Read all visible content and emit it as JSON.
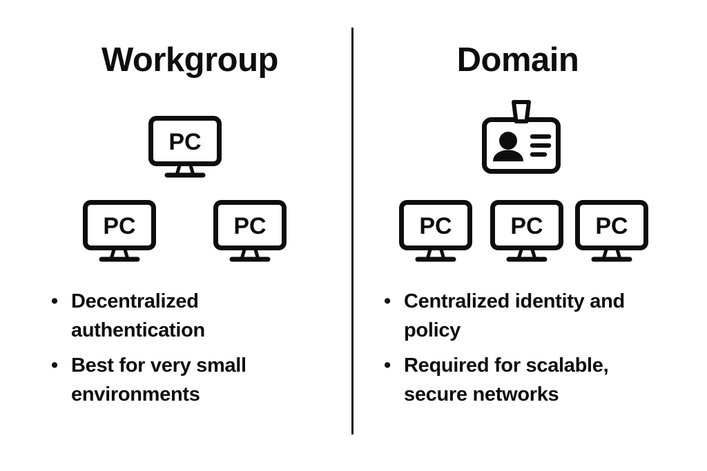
{
  "colors": {
    "ink": "#0d0d0d",
    "background": "#ffffff"
  },
  "bullet_glyph": "•",
  "left_panel": {
    "title": "Workgroup",
    "pc_label": "PC",
    "bullets": [
      "Decentralized authentication",
      "Best for very small environments"
    ]
  },
  "right_panel": {
    "title": "Domain",
    "pc_label": "PC",
    "bullets": [
      "Centralized identity and policy",
      "Required for scalable, secure networks"
    ]
  }
}
